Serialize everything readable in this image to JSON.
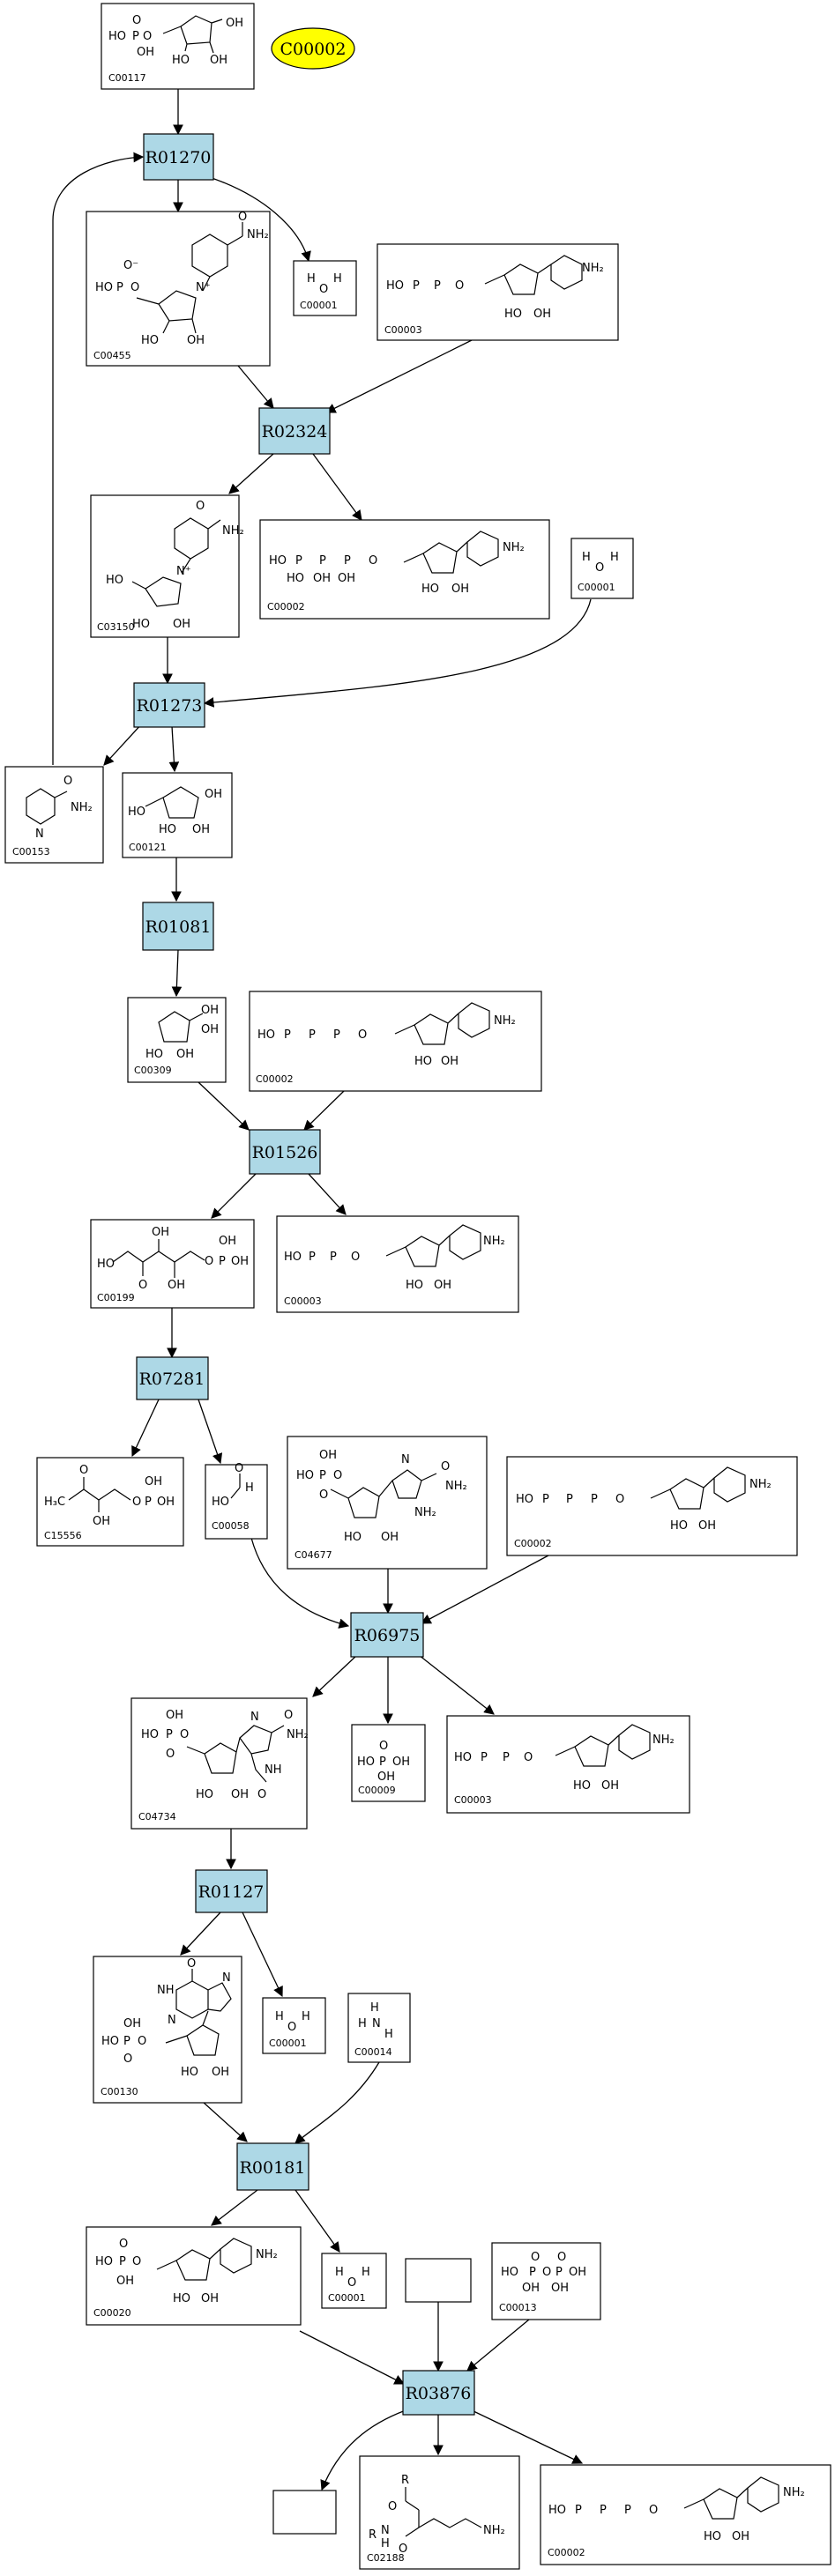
{
  "highlight_compound": {
    "label": "C00002",
    "fill": "#ffff00"
  },
  "reaction_color": "#add8e6",
  "reactions": {
    "R01270": "R01270",
    "R02324": "R02324",
    "R01273": "R01273",
    "R01081": "R01081",
    "R01526": "R01526",
    "R07281": "R07281",
    "R06975": "R06975",
    "R01127": "R01127",
    "R00181": "R00181",
    "R03876": "R03876"
  },
  "compounds": {
    "c117": "C00117",
    "c455": "C00455",
    "c1a": "C00001",
    "c3a": "C00003",
    "c3150": "C03150",
    "c2a": "C00002",
    "c1b": "C00001",
    "c153": "C00153",
    "c121": "C00121",
    "c309": "C00309",
    "c2b": "C00002",
    "c199": "C00199",
    "c3b": "C00003",
    "c15556": "C15556",
    "c58": "C00058",
    "c4677": "C04677",
    "c2c": "C00002",
    "c4734": "C04734",
    "c9": "C00009",
    "c3c": "C00003",
    "c130": "C00130",
    "c1c": "C00001",
    "c14": "C00014",
    "c20": "C00020",
    "c1d": "C00001",
    "c13": "C00013",
    "c2188": "C02188",
    "c2d": "C00002"
  },
  "atoms": {
    "HO": "HO",
    "OH": "OH",
    "P": "P",
    "O": "O",
    "H": "H",
    "N": "N",
    "NH2": "NH₂",
    "NH": "NH",
    "O_minus": "O⁻",
    "N_plus": "N⁺",
    "H3C": "H₃C",
    "R": "R",
    "HN": "N",
    "NHx": "H"
  }
}
